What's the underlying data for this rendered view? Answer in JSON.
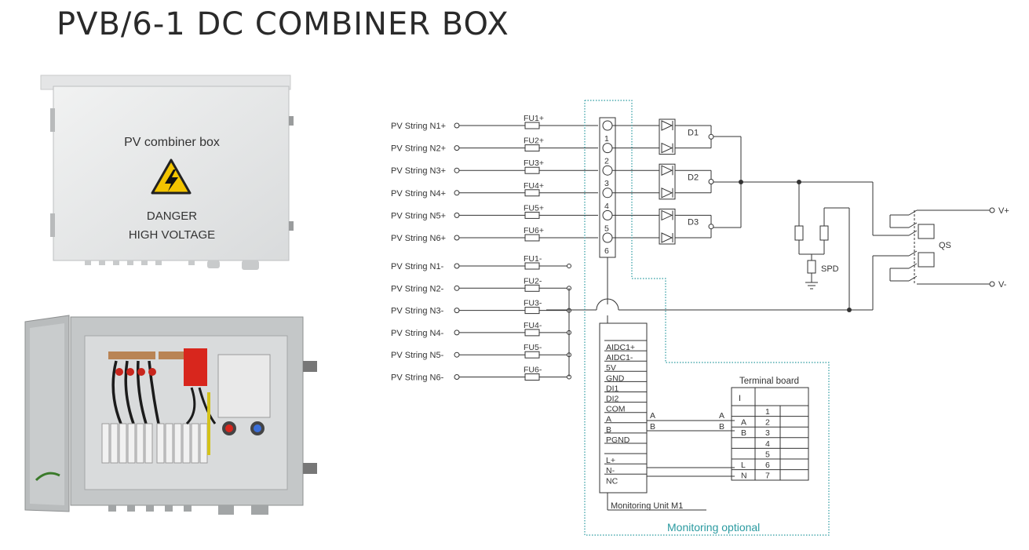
{
  "header": {
    "title": "PVB/6-1 DC COMBINER BOX"
  },
  "photos": {
    "closed": {
      "label_line": "PV combiner box",
      "warning_line_1": "DANGER",
      "warning_line_2": "HIGH VOLTAGE"
    }
  },
  "schematic": {
    "positive_strings": [
      "PV String N1+",
      "PV String N2+",
      "PV String N3+",
      "PV String N4+",
      "PV String N5+",
      "PV String N6+"
    ],
    "positive_fuses": [
      "FU1+",
      "FU2+",
      "FU3+",
      "FU4+",
      "FU5+",
      "FU6+"
    ],
    "negative_strings": [
      "PV String N1-",
      "PV String N2-",
      "PV String N3-",
      "PV String N4-",
      "PV String N5-",
      "PV String N6-"
    ],
    "negative_fuses": [
      "FU1-",
      "FU2-",
      "FU3-",
      "FU4-",
      "FU5-",
      "FU6-"
    ],
    "terminal_numbers": [
      "1",
      "2",
      "3",
      "4",
      "5",
      "6"
    ],
    "diodes": [
      "D1",
      "D2",
      "D3"
    ],
    "spd_label": "SPD",
    "switch_label": "QS",
    "output_pos": "V+",
    "output_neg": "V-",
    "monitor_pins": [
      "AIDC1+",
      "AIDC1-",
      "5V",
      "GND",
      "DI1",
      "DI2",
      "COM",
      "A",
      "B",
      "PGND",
      "",
      "L+",
      "N-",
      "NC"
    ],
    "monitor_caption": "Monitoring Unit M1",
    "optional_caption": "Monitoring optional",
    "terminal_board": {
      "title": "Terminal board",
      "header_cell": "I",
      "left_labels": [
        "",
        "A",
        "B",
        "",
        "",
        "L",
        "N"
      ],
      "numbers": [
        "1",
        "2",
        "3",
        "4",
        "5",
        "6",
        "7"
      ]
    },
    "bus_labels": {
      "a_left": "A",
      "b_left": "B",
      "a_right": "A",
      "b_right": "B"
    }
  }
}
